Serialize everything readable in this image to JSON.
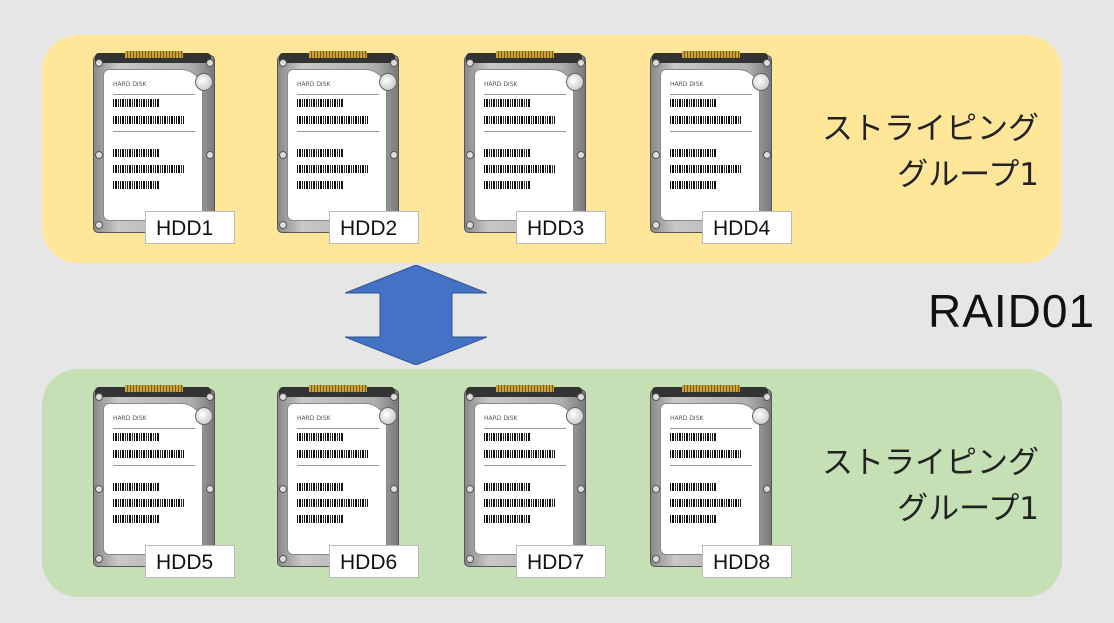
{
  "groups": [
    {
      "label_line1": "ストライピング",
      "label_line2": "グループ1",
      "disks": [
        "HDD1",
        "HDD2",
        "HDD3",
        "HDD4"
      ]
    },
    {
      "label_line1": "ストライピング",
      "label_line2": "グループ1",
      "disks": [
        "HDD5",
        "HDD6",
        "HDD7",
        "HDD8"
      ]
    }
  ],
  "disk_label": "HARD DISK",
  "raid_label": "RAID01",
  "colors": {
    "group1": "#ffe699",
    "group2": "#c5e0b4",
    "arrow": "#4472c4"
  }
}
